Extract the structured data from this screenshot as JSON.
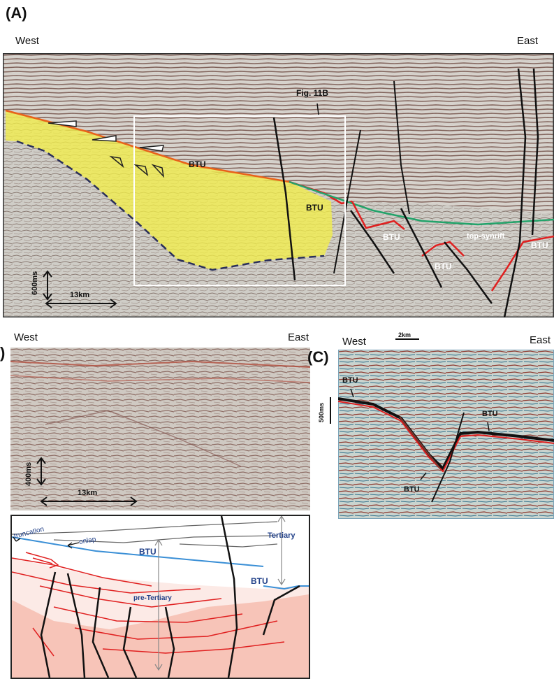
{
  "panel_a": {
    "label": "(A)",
    "west": "West",
    "east": "East",
    "fig_callout": "Fig. 11B",
    "btu": "BTU",
    "top_synrift": "top-synrift",
    "scale_time": "600ms",
    "scale_dist": "13km"
  },
  "panel_b": {
    "label": ")",
    "west": "West",
    "east": "East",
    "scale_time": "400ms",
    "scale_dist": "13km"
  },
  "panel_b_sketch": {
    "truncation": "truncation",
    "onlap": "onlap",
    "btu_left": "BTU",
    "btu_right": "BTU",
    "tertiary": "Tertiary",
    "pre_tertiary": "pre-Tertiary"
  },
  "panel_c": {
    "label": "(C)",
    "west": "West",
    "east": "East",
    "scale_dist": "2km",
    "scale_time": "500ms",
    "btu": "BTU"
  },
  "colors": {
    "btu_orange": "#e8621a",
    "btu_red": "#e02020",
    "synrift_green": "#22a36a",
    "fill_yellow": "#f2ee4a",
    "sketch_blue": "#3a8fd6",
    "basement_pink": "#f7c4b8"
  }
}
